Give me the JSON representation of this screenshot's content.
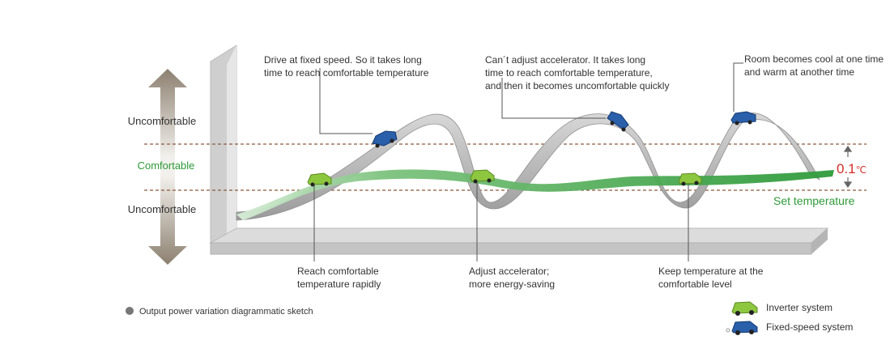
{
  "zones": {
    "upper": "Uncomfortable",
    "middle": "Comfortable",
    "lower": "Uncomfortable"
  },
  "annotations": {
    "top_left": [
      "Drive at fixed speed. So it takes long",
      "time to reach comfortable temperature"
    ],
    "top_mid": [
      "Can´t adjust accelerator. It takes long",
      "time to reach comfortable temperature,",
      "and then it becomes uncomfortable quickly"
    ],
    "top_right": [
      "Room becomes cool at one time",
      "and warm at another time"
    ],
    "bottom_left": [
      "Reach comfortable",
      "temperature rapidly"
    ],
    "bottom_mid": [
      "Adjust accelerator;",
      "more energy-saving"
    ],
    "bottom_right": [
      "Keep temperature at the",
      "comfortable level"
    ]
  },
  "tolerance": {
    "value": "0.1",
    "unit": "℃"
  },
  "set_temperature": "Set temperature",
  "footnote": "Output power variation diagrammatic sketch",
  "legend": {
    "inverter": "Inverter system",
    "fixed": "Fixed-speed system"
  },
  "colors": {
    "inverter_car": "#8dc63f",
    "fixed_car": "#2a5faa",
    "green_band": "#2e9a3a",
    "dashed_line": "#8a5a3c",
    "tolerance_text": "#d62b2b"
  }
}
